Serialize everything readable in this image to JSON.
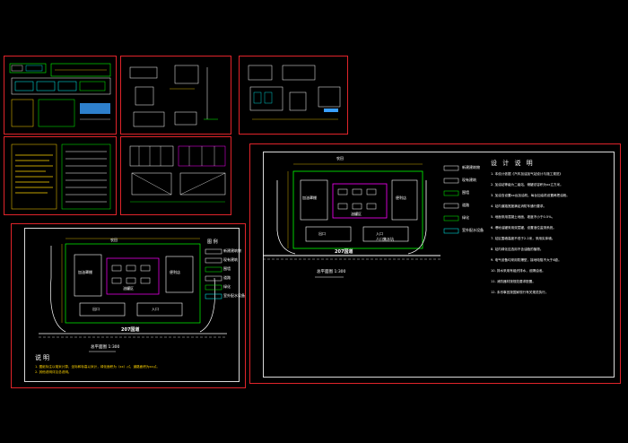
{
  "drawing": {
    "site_plan_title": "总平面图",
    "site_plan_scale": "1:300",
    "road_label": "207国道",
    "road_label_top": "农田",
    "legend_title": "图 例",
    "legend_items": [
      "新建建筑物",
      "现有建筑",
      "围墙",
      "道路",
      "绿化",
      "室外配水设备"
    ],
    "buildings": [
      "加油罩棚",
      "便利店",
      "油罐区",
      "出口",
      "入口",
      "人口集水坑"
    ],
    "left_note_title": "说明",
    "left_notes": [
      "1. 图纸标注以毫米计算，坐标和标高以米计，绿化面积为（xx）㎡，道路面积为xx㎡。",
      "2. 其他说明详见总说明。"
    ],
    "design_note_title": "设 计 说 明",
    "design_notes": [
      "1. 本设计依据《汽车加油加气站设计与施工规范》",
      "2. 加油站等级为二级站，储罐总容积为xx立方米。",
      "3. 加油岛设置xx台加油机，每台加油机设置两把油枪。",
      "4. 站内道路宽度满足消防车通行要求。",
      "5. 地面采用混凝土地面，坡度不小于0.5%。",
      "6. 埋地油罐采用双层罐，设置液位监测系统。",
      "7. 站区围墙高度不低于2.2米，采用实体墙。",
      "8. 站内绿化应选用不含油脂的植物。",
      "9. 电气设备均采用防爆型，接地电阻不大于4欧。",
      "10. 排水采用有组织排水，设隔油池。",
      "11. 消防器材按规范要求配置。",
      "12. 未尽事宜按国家现行有关规范执行。"
    ]
  },
  "colors": {
    "background": "#000000",
    "sheet_border": "#e0242a",
    "frame": "#d9d9d9",
    "building": "#ff00ff",
    "wall": "#00ff00",
    "road": "#ffffff",
    "dimension": "#ffd400",
    "cyan": "#00ffff"
  }
}
